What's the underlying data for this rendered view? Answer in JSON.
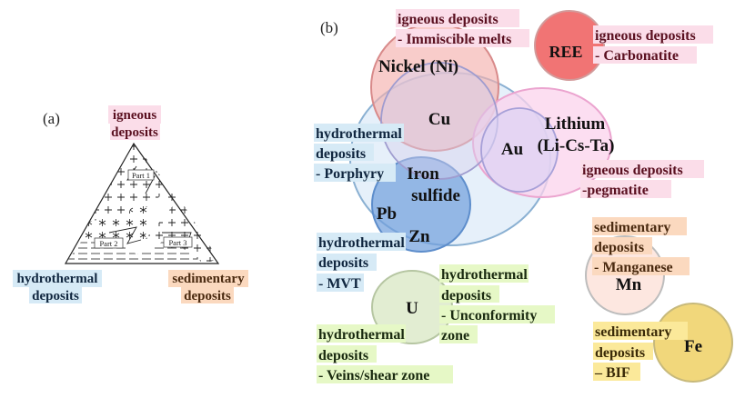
{
  "panel_a": {
    "label": "(a)",
    "vertex_top": [
      "igneous",
      "deposits"
    ],
    "vertex_left": [
      "hydrothermal",
      "deposits"
    ],
    "vertex_right": [
      "sedimentary",
      "deposits"
    ],
    "parts": [
      "Part 1",
      "Part 2",
      "Part 3"
    ]
  },
  "panel_b": {
    "label": "(b)",
    "circles": {
      "nickel": [
        "Nickel (Ni)"
      ],
      "cu": [
        "Cu"
      ],
      "au": [
        "Au"
      ],
      "lithium": [
        "Lithium",
        "(Li-Cs-Ta)"
      ],
      "iron": [
        "Iron",
        "sulfide"
      ],
      "pb": [
        "Pb"
      ],
      "zn": [
        "Zn"
      ],
      "ree": [
        "REE"
      ],
      "mn": [
        "Mn"
      ],
      "fe": [
        "Fe"
      ],
      "u": [
        "U"
      ]
    },
    "annotations": {
      "immiscible": [
        "igneous deposits",
        "- Immiscible melts"
      ],
      "carbonatite": [
        "igneous deposits",
        "- Carbonatite"
      ],
      "porphyry": [
        "hydrothermal",
        "deposits",
        "- Porphyry"
      ],
      "pegmatite": [
        "igneous deposits",
        "-pegmatite"
      ],
      "mvt": [
        "hydrothermal",
        "deposits",
        "- MVT"
      ],
      "manganese": [
        "sedimentary",
        "deposits",
        "- Manganese"
      ],
      "unconformity": [
        "hydrothermal",
        "deposits",
        "- Unconformity",
        "zone"
      ],
      "veins": [
        "hydrothermal",
        "deposits",
        "- Veins/shear zone"
      ],
      "bif": [
        "sedimentary",
        "deposits",
        "– BIF"
      ]
    }
  },
  "colors": {
    "igneous": "#fbdde9",
    "hydrothermal_blue": "#d6eaf6",
    "hydrothermal_green": "#e6f8c6",
    "sedimentary": "#fbd9bf",
    "sedimentary_yellow": "#fbe99a",
    "igneous_text": "#5a1020",
    "hydro_text": "#10263f",
    "sedi_text": "#4a2a10"
  }
}
